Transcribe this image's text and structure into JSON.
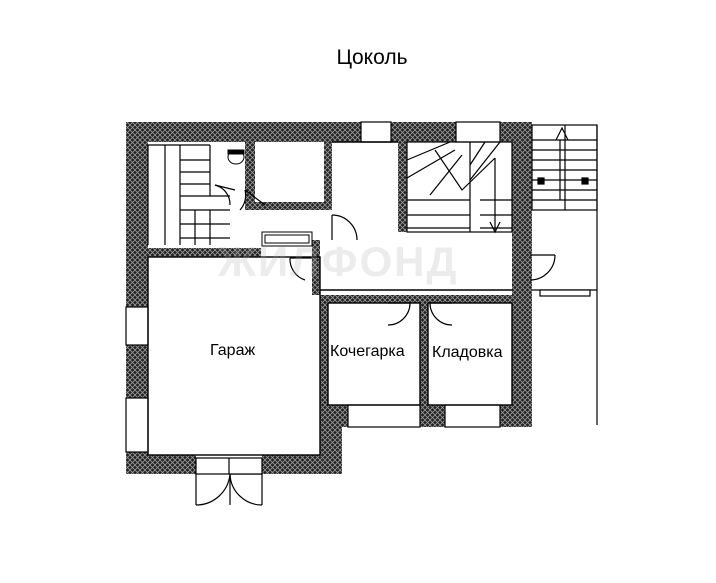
{
  "floor_title": "Цоколь",
  "rooms": {
    "garage": "Гараж",
    "boiler_room": "Кочегарка",
    "storage": "Кладовка"
  },
  "watermark": "ЖИЛФОНД",
  "colors": {
    "wall_fill": "#222222",
    "wall_hatch": "#9a9a9a",
    "line": "#000000",
    "background": "#ffffff"
  }
}
